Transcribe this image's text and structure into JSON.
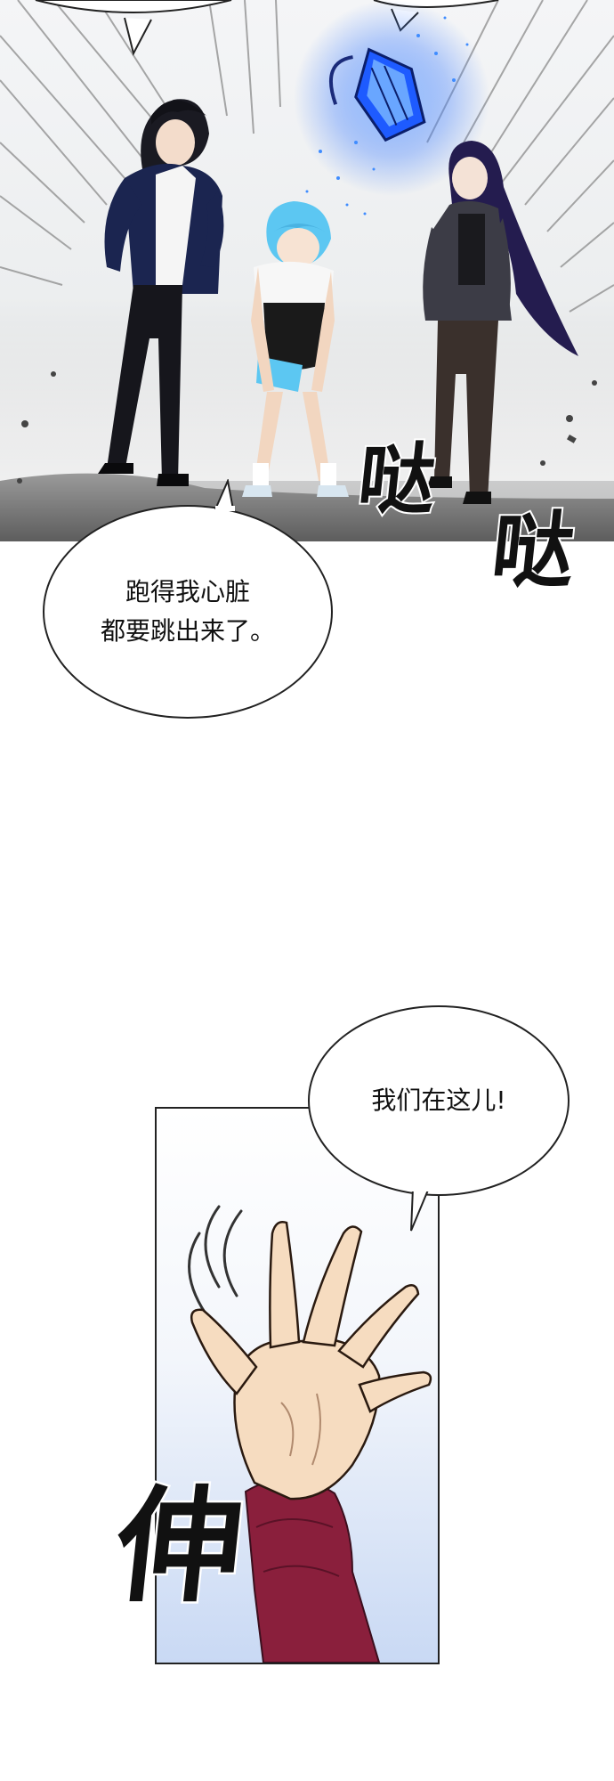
{
  "top_panel": {
    "top_bubble_text": "",
    "speech_bubble": {
      "text": "跑得我心脏\n都要跳出来了。"
    },
    "sfx_1": "哒",
    "sfx_2": "哒"
  },
  "bottom_panel": {
    "speech_bubble": {
      "text": "我们在这儿!"
    },
    "sfx": "伸"
  },
  "colors": {
    "lantern": "#1e5bff",
    "hair_blue": "#5cc7f2",
    "sleeve_red": "#8a1f3c",
    "skin": "#f6dcc0"
  }
}
